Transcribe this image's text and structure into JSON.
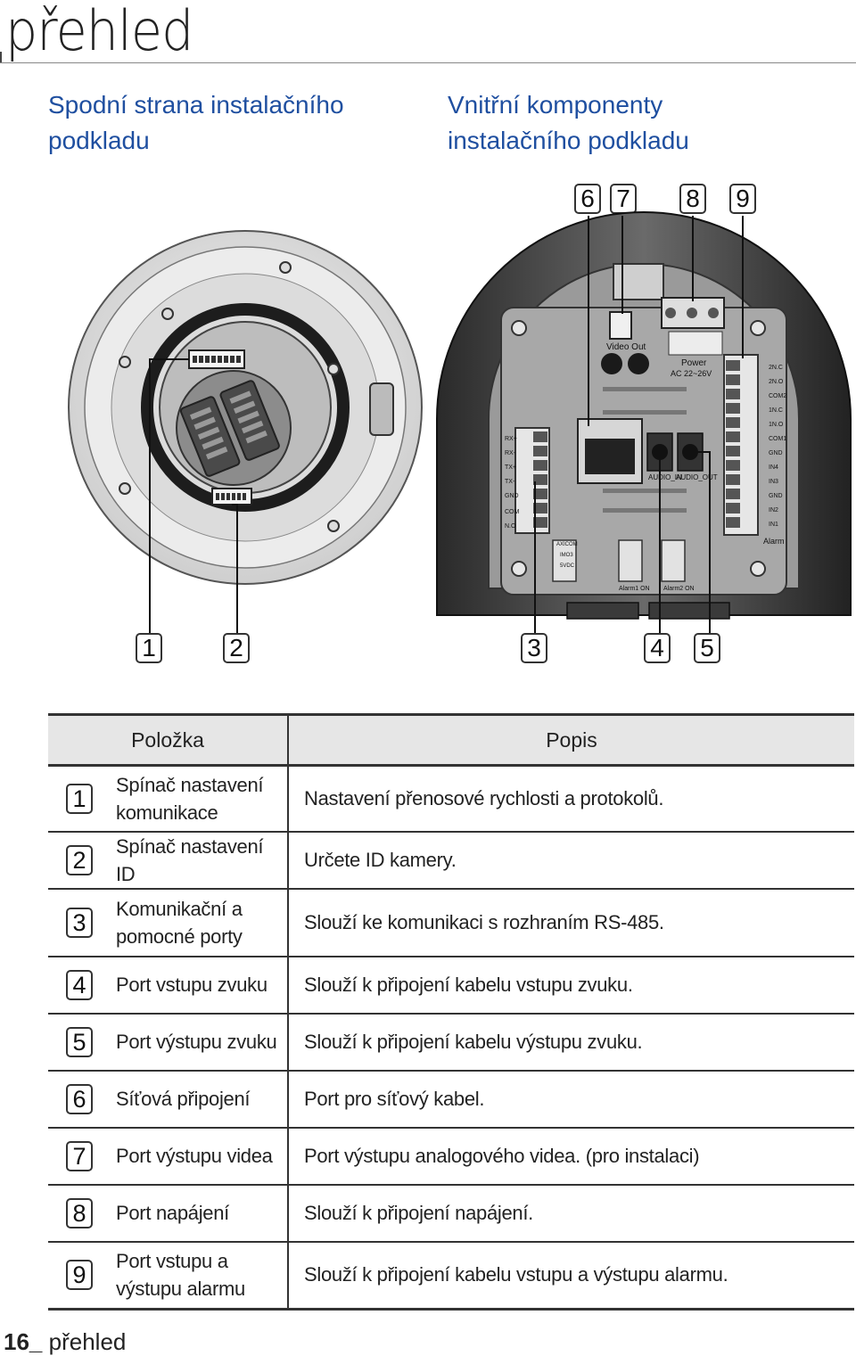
{
  "page": {
    "chapter_title": "přehled",
    "footer_number": "16_",
    "footer_text": "přehled"
  },
  "captions": {
    "left": [
      "Spodní strana instalačního",
      "podkladu"
    ],
    "right": [
      "Vnitřní komponenty",
      "instalačního podkladu"
    ]
  },
  "callouts": {
    "top": [
      "6",
      "7",
      "8",
      "9"
    ],
    "bottom": [
      "1",
      "2",
      "3",
      "4",
      "5"
    ]
  },
  "board_labels": {
    "video_out": "Video Out",
    "power": "Power",
    "power_spec": "AC  22~26V",
    "audio_in": "AUDIO_IN",
    "audio_out": "AUDIO_OUT",
    "alarm": "Alarm",
    "alarm1_on": "Alarm1 ON",
    "alarm2_on": "Alarm2 ON",
    "chip_text": [
      "AXICOM",
      "IMO3",
      "5VDC"
    ],
    "left_pins": [
      "RX+",
      "RX-",
      "TX+",
      "TX-",
      "GND",
      "COM",
      "N.O"
    ],
    "right_pins": [
      "2N.C",
      "2N.O",
      "COM2",
      "1N.C",
      "1N.O",
      "COM1",
      "GND",
      "IN4",
      "IN3",
      "GND",
      "IN2",
      "IN1"
    ]
  },
  "table": {
    "headers": {
      "item": "Položka",
      "desc": "Popis"
    },
    "rows": [
      {
        "num": "1",
        "item": [
          "Spínač nastavení",
          "komunikace"
        ],
        "desc": "Nastavení přenosové rychlosti a protokolů."
      },
      {
        "num": "2",
        "item": [
          "Spínač nastavení ID"
        ],
        "desc": "Určete ID kamery."
      },
      {
        "num": "3",
        "item": [
          "Komunikační a",
          "pomocné porty"
        ],
        "desc": "Slouží ke komunikaci s rozhraním RS-485."
      },
      {
        "num": "4",
        "item": [
          "Port vstupu zvuku"
        ],
        "desc": "Slouží k připojení kabelu vstupu zvuku."
      },
      {
        "num": "5",
        "item": [
          "Port výstupu zvuku"
        ],
        "desc": "Slouží k připojení kabelu výstupu zvuku."
      },
      {
        "num": "6",
        "item": [
          "Síťová připojení"
        ],
        "desc": "Port pro síťový kabel."
      },
      {
        "num": "7",
        "item": [
          "Port výstupu videa"
        ],
        "desc": "Port výstupu analogového videa. (pro instalaci)"
      },
      {
        "num": "8",
        "item": [
          "Port napájení"
        ],
        "desc": "Slouží k připojení napájení."
      },
      {
        "num": "9",
        "item": [
          "Port vstupu a",
          "výstupu alarmu"
        ],
        "desc": "Slouží k připojení kabelu vstupu a výstupu alarmu."
      }
    ]
  }
}
